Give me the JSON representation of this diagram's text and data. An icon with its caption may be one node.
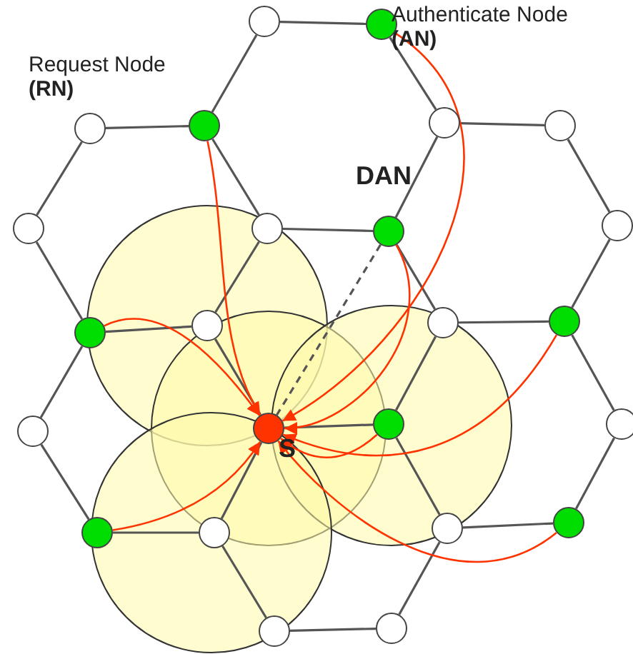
{
  "diagram": {
    "nodes": [
      {
        "text": [],
        "shape": "circle"
      },
      {
        "text": [],
        "shape": "circle",
        "beside": [
          "Authenticate Node **(AN)**"
        ]
      },
      {
        "text": [],
        "shape": "circle"
      },
      {
        "text": [],
        "shape": "circle"
      },
      {
        "text": [],
        "shape": "circle"
      },
      {
        "text": [],
        "shape": "circle"
      },
      {
        "text": [],
        "shape": "circle"
      },
      {
        "text": [],
        "shape": "circle"
      },
      {
        "text": [],
        "shape": "circle",
        "beside": [
          "DAN"
        ]
      },
      {
        "text": [],
        "shape": "circle"
      },
      {
        "text": [],
        "shape": "circle"
      },
      {
        "text": [],
        "shape": "circle"
      },
      {
        "text": [],
        "shape": "circle"
      },
      {
        "text": [],
        "shape": "circle"
      },
      {
        "text": [],
        "shape": "circle"
      },
      {
        "text": [],
        "shape": "circle",
        "beside": [
          "S"
        ]
      },
      {
        "text": [],
        "shape": "circle"
      },
      {
        "text": [],
        "shape": "circle"
      },
      {
        "text": [],
        "shape": "circle"
      },
      {
        "text": [],
        "shape": "circle"
      },
      {
        "text": [],
        "shape": "circle"
      },
      {
        "text": [],
        "shape": "circle"
      },
      {
        "text": [],
        "shape": "circle"
      },
      {
        "text": [],
        "shape": "circle"
      }
    ],
    "edges": [
      {
        "from": 0,
        "to": 1,
        "arrow": "none"
      },
      {
        "from": 1,
        "to": 4,
        "arrow": "none"
      },
      {
        "from": 4,
        "to": 8,
        "arrow": "none"
      },
      {
        "from": 8,
        "to": 7,
        "arrow": "none"
      },
      {
        "from": 7,
        "to": 3,
        "arrow": "none"
      },
      {
        "from": 3,
        "to": 0,
        "arrow": "none"
      },
      {
        "from": 2,
        "to": 3,
        "arrow": "none"
      },
      {
        "from": 7,
        "to": 11,
        "arrow": "none"
      },
      {
        "from": 11,
        "to": 10,
        "arrow": "none"
      },
      {
        "from": 10,
        "to": 6,
        "arrow": "none"
      },
      {
        "from": 6,
        "to": 2,
        "arrow": "none"
      },
      {
        "from": 4,
        "to": 5,
        "arrow": "none"
      },
      {
        "from": 5,
        "to": 9,
        "arrow": "none"
      },
      {
        "from": 9,
        "to": 13,
        "arrow": "none"
      },
      {
        "from": 13,
        "to": 12,
        "arrow": "none"
      },
      {
        "from": 12,
        "to": 8,
        "arrow": "none"
      },
      {
        "from": 11,
        "to": 15,
        "arrow": "none"
      },
      {
        "from": 15,
        "to": 16,
        "arrow": "none"
      },
      {
        "from": 16,
        "to": 12,
        "arrow": "none"
      },
      {
        "from": 10,
        "to": 14,
        "arrow": "none"
      },
      {
        "from": 14,
        "to": 18,
        "arrow": "none"
      },
      {
        "from": 18,
        "to": 19,
        "arrow": "none"
      },
      {
        "from": 19,
        "to": 15,
        "arrow": "none"
      },
      {
        "from": 16,
        "to": 20,
        "arrow": "none"
      },
      {
        "from": 20,
        "to": 21,
        "arrow": "none"
      },
      {
        "from": 21,
        "to": 17,
        "arrow": "none"
      },
      {
        "from": 17,
        "to": 13,
        "arrow": "none"
      },
      {
        "from": 19,
        "to": 22,
        "arrow": "none"
      },
      {
        "from": 22,
        "to": 23,
        "arrow": "none"
      },
      {
        "from": 23,
        "to": 20,
        "arrow": "none"
      },
      {
        "from": 8,
        "to": 15,
        "arrow": "none",
        "style": "dashed"
      },
      {
        "from": 1,
        "to": 15,
        "arrow": "to",
        "color": "#ff3300"
      },
      {
        "from": 3,
        "to": 15,
        "arrow": "to",
        "color": "#ff3300"
      },
      {
        "from": 8,
        "to": 15,
        "arrow": "to",
        "color": "#ff3300"
      },
      {
        "from": 10,
        "to": 15,
        "arrow": "to",
        "color": "#ff3300"
      },
      {
        "from": 18,
        "to": 15,
        "arrow": "to",
        "color": "#ff3300"
      },
      {
        "from": 16,
        "to": 15,
        "arrow": "to",
        "color": "#ff3300"
      },
      {
        "from": 13,
        "to": 15,
        "arrow": "to",
        "color": "#ff3300"
      },
      {
        "from": 21,
        "to": 15,
        "arrow": "to",
        "color": "#ff3300"
      }
    ],
    "labels": [
      "Request Node **(RN)**"
    ]
  }
}
